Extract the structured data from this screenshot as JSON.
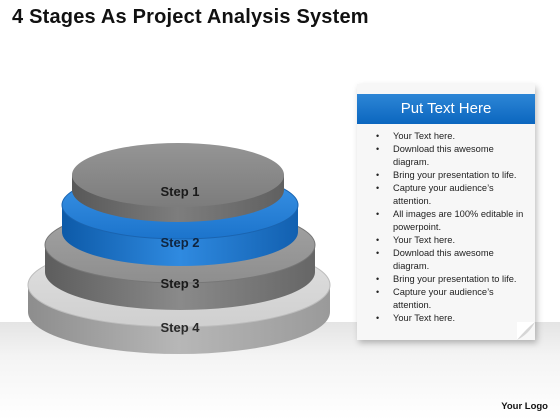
{
  "title": "4 Stages As Project Analysis System",
  "steps": [
    {
      "label": "Step 1",
      "color": "#7a7a7a"
    },
    {
      "label": "Step 2",
      "color": "#1f72c6"
    },
    {
      "label": "Step 3",
      "color": "#6e6e6e"
    },
    {
      "label": "Step 4",
      "color": "#a9a9a9"
    }
  ],
  "panel": {
    "heading": "Put Text Here",
    "bullet_symbol": "•",
    "items": [
      "Your Text here.",
      "Download this awesome diagram.",
      "Bring your presentation to life.",
      "Capture your audience’s attention.",
      "All images are 100% editable in powerpoint.",
      "Your Text here.",
      "Download this awesome diagram.",
      "Bring your presentation to life.",
      "Capture your audience’s attention.",
      "Your Text here."
    ],
    "accent_color": "#0b66bf"
  },
  "footer": {
    "logo_text": "Your Logo"
  }
}
